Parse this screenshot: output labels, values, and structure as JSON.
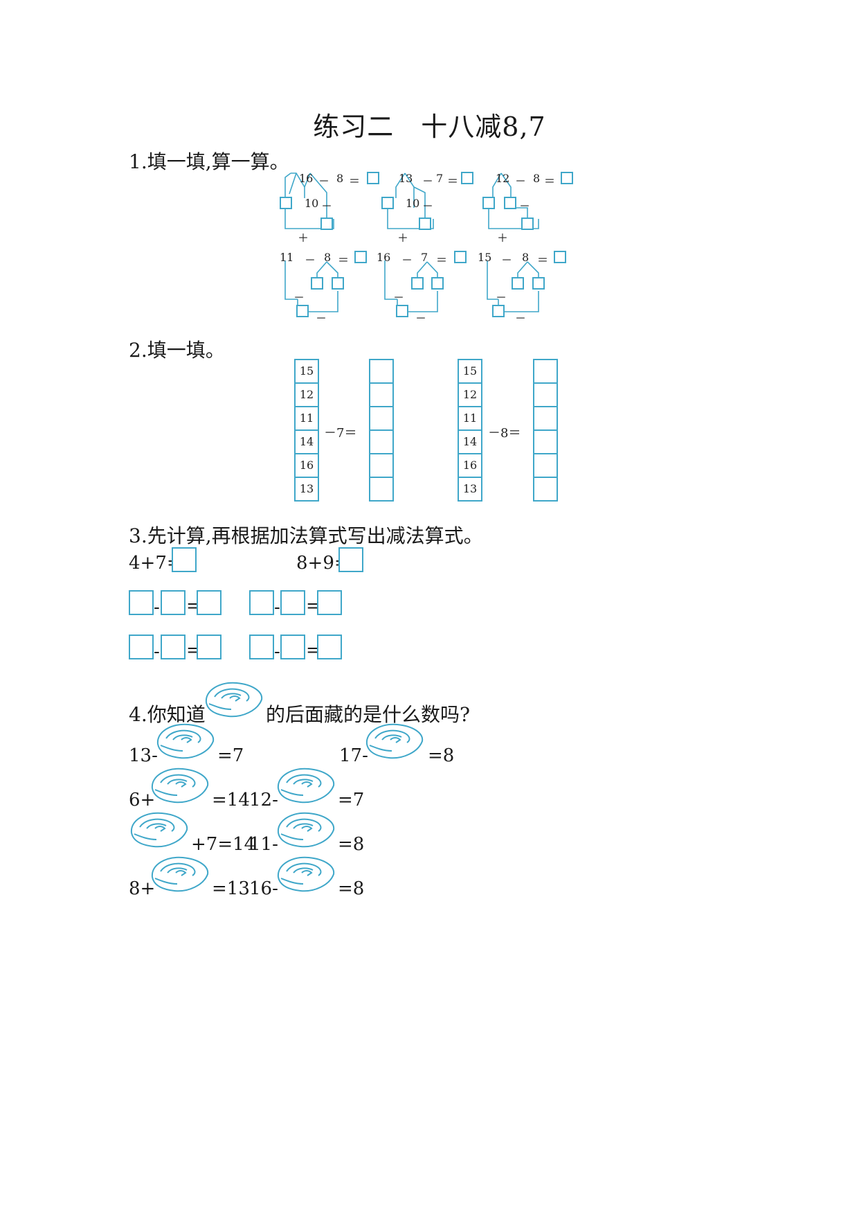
{
  "title": "练习二　十八减8,7",
  "section1": {
    "heading": "1.填一填,算一算。",
    "problems": [
      {
        "a": "16",
        "op": "－",
        "b": "8",
        "eq": "＝",
        "ten": "10",
        "minus": "－",
        "plus": "＋"
      },
      {
        "a": "13",
        "op": "－",
        "b": "7",
        "eq": "＝",
        "ten": "10",
        "minus": "－",
        "plus": "＋"
      },
      {
        "a": "12",
        "op": "－",
        "b": "8",
        "eq": "＝",
        "minus": "－",
        "plus": "＋"
      },
      {
        "a": "11",
        "op": "－",
        "b": "8",
        "eq": "＝",
        "minus1": "－",
        "minus2": "－"
      },
      {
        "a": "16",
        "op": "－",
        "b": "7",
        "eq": "＝",
        "minus1": "－",
        "minus2": "－"
      },
      {
        "a": "15",
        "op": "－",
        "b": "8",
        "eq": "＝",
        "minus1": "－",
        "minus2": "－"
      }
    ]
  },
  "section2": {
    "heading": "2.填一填。",
    "left": {
      "values": [
        "15",
        "12",
        "11",
        "14",
        "16",
        "13"
      ],
      "operator": "－7＝"
    },
    "right": {
      "values": [
        "15",
        "12",
        "11",
        "14",
        "16",
        "13"
      ],
      "operator": "－8＝"
    }
  },
  "section3": {
    "heading": "3.先计算,再根据加法算式写出减法算式。",
    "eq1": "4+7=",
    "eq2": "8+9=",
    "minus": "-",
    "equals": "="
  },
  "section4": {
    "heading_a": "4.你知道",
    "heading_b": "的后面藏的是什么数吗?",
    "rows": [
      {
        "l_pre": "13-",
        "l_post": "=7",
        "r_pre": "17-",
        "r_post": "=8"
      },
      {
        "l_pre": "6+",
        "l_post": "=14",
        "r_pre": "12-",
        "r_post": "=7"
      },
      {
        "l_pre": "",
        "l_post": "+7=14",
        "r_pre": "11-",
        "r_post": "=8"
      },
      {
        "l_pre": "8+",
        "l_post": "=13",
        "r_pre": "16-",
        "r_post": "=8"
      }
    ]
  },
  "colors": {
    "accent": "#3fa7c9",
    "text": "#1a1a1a"
  }
}
